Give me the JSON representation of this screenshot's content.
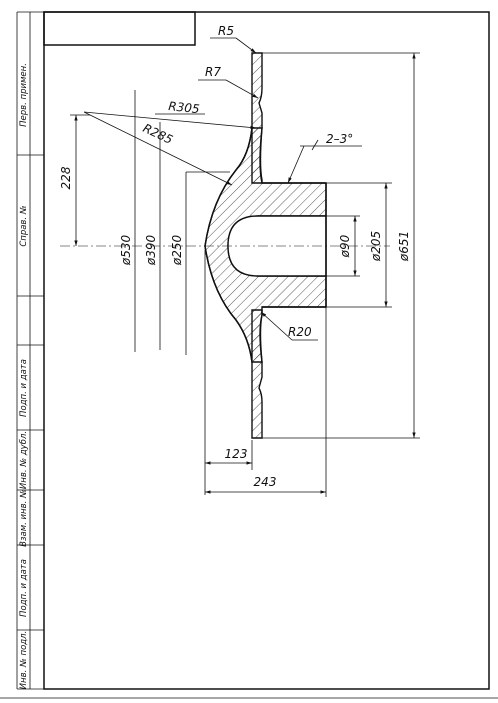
{
  "frame": {
    "side_labels": [
      "Перв. примен.",
      "Справ. №",
      "Подп. и дата",
      "Инв. № дубл.",
      "Взам. инв. №",
      "Подп. и дата",
      "Инв. № подл."
    ]
  },
  "part": {
    "name": "flange",
    "section_hatch": "diagonal"
  },
  "dimensions": {
    "r5": "R5",
    "r7": "R7",
    "r305": "R305",
    "r285": "R285",
    "r20": "R20",
    "draft": "2–3°",
    "h228": "228",
    "d530": "ø530",
    "d390": "ø390",
    "d250": "ø250",
    "d90": "ø90",
    "d205": "ø205",
    "d651": "ø651",
    "l123": "123",
    "l243": "243"
  },
  "colors": {
    "line": "#111111",
    "paper": "#ffffff"
  }
}
